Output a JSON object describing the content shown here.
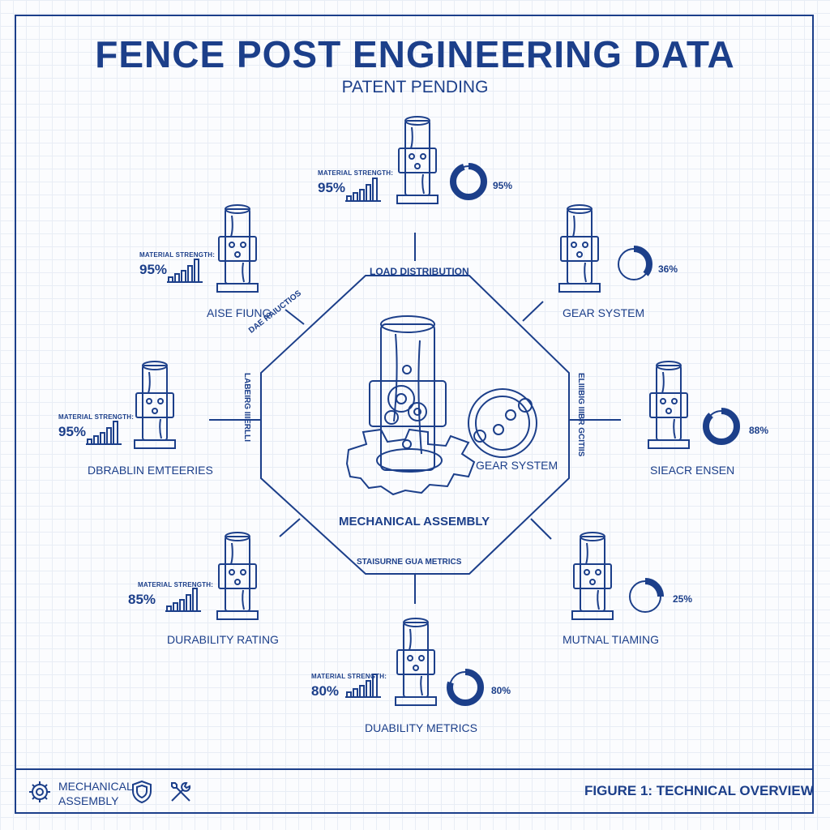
{
  "header": {
    "title": "FENCE POST ENGINEERING DATA",
    "subtitle": "PATENT PENDING"
  },
  "center": {
    "assembly_label": "MECHANICAL ASSEMBLY",
    "gear_label": "GEAR SYSTEM",
    "top_edge_label": "LOAD DISTRIBUTION",
    "bottom_edge_label": "STAISURNE GUA METRICS",
    "upper_left_edge_label": "DAE RAIUCTIOS",
    "left_edge_label": "LABEIRG IIIERLLI",
    "right_edge_label": "ELIIIBIG IIIBR GCITIIS"
  },
  "stations": [
    {
      "id": "top",
      "small_label": "MATERIAL STRENGTH:",
      "left_pct": "95%",
      "right_pct": "95%",
      "right_fill": 0.95,
      "caption": ""
    },
    {
      "id": "upper-left",
      "small_label": "MATERIAL STRENGTH:",
      "left_pct": "95%",
      "caption": "AISE FIUNG"
    },
    {
      "id": "upper-right",
      "right_pct": "36%",
      "right_fill": 0.36,
      "caption": "GEAR SYSTEM"
    },
    {
      "id": "left",
      "small_label": "MATERIAL STRENGTH:",
      "left_pct": "95%",
      "caption": "DBRABLIN EMTEERIES"
    },
    {
      "id": "right",
      "right_pct": "88%",
      "right_fill": 0.88,
      "caption": "SIEACR ENSEN"
    },
    {
      "id": "lower-left",
      "small_label": "MATERIAL STRENGTH:",
      "left_pct": "85%",
      "caption": "DURABILITY RATING"
    },
    {
      "id": "lower-right",
      "right_pct": "25%",
      "right_fill": 0.25,
      "caption": "MUTNAL TIAMING"
    },
    {
      "id": "bottom",
      "small_label": "MATERIAL STRENGTH:",
      "left_pct": "80%",
      "right_pct": "80%",
      "right_fill": 0.8,
      "caption": "DUABILITY METRICS"
    }
  ],
  "footer": {
    "legend_line1": "MECHANICAL",
    "legend_line2": "ASSEMBLY",
    "figure_caption": "FIGURE 1: TECHNICAL OVERVIEW",
    "icons": [
      "gear-icon",
      "shield-icon",
      "tools-icon"
    ]
  },
  "colors": {
    "ink": "#1c3f8a",
    "paper": "#fbfcfe",
    "grid": "#e8edf5"
  }
}
